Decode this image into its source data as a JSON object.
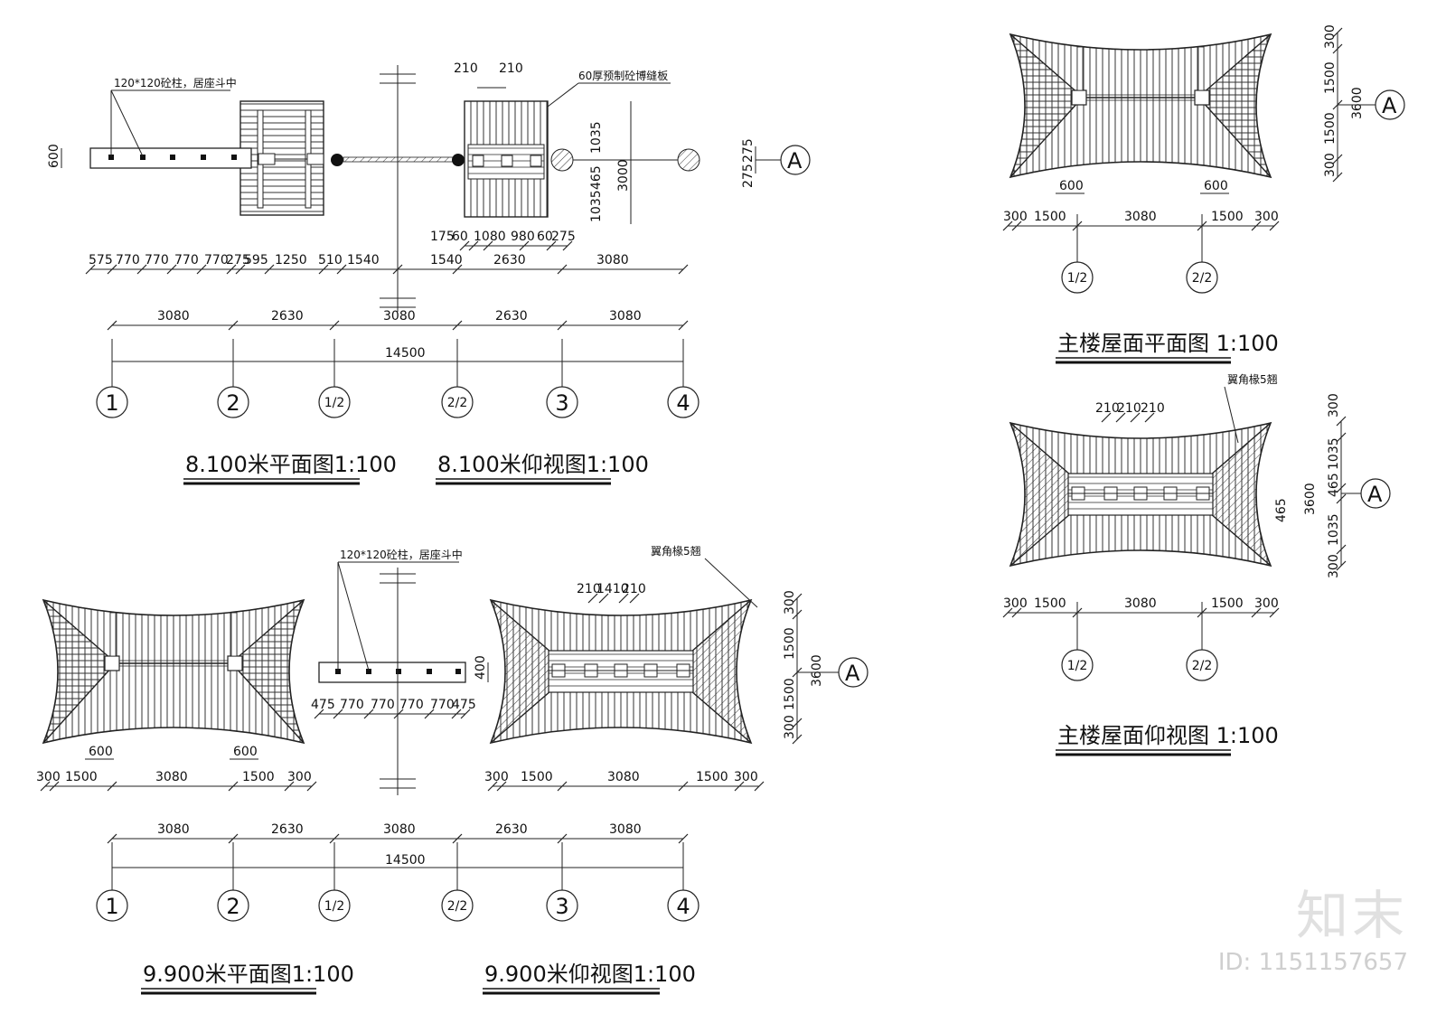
{
  "drawings": {
    "plan_8100": {
      "title": "8.100米平面图1:100",
      "note": "120*120砼柱，居座斗中",
      "dims_top": [
        "575",
        "770",
        "770",
        "770",
        "770",
        "275",
        "595",
        "1250",
        "510",
        "1540"
      ],
      "dim_side": "600"
    },
    "ceiling_8100": {
      "title": "8.100米仰视图1:100",
      "note": "60厚预制砼博缝板",
      "dims_top": [
        "210",
        "210"
      ],
      "dims_bottom": [
        "175",
        "60",
        "1080",
        "980",
        "60",
        "275"
      ],
      "dims_right": [
        "1035",
        "465",
        "1035"
      ],
      "dim_total": "3000",
      "dims_far": [
        "275",
        "275"
      ],
      "row": [
        "1540",
        "2630",
        "3080"
      ]
    },
    "axis_row_8100": {
      "dims": [
        "3080",
        "2630",
        "3080",
        "2630",
        "3080"
      ],
      "total": "14500",
      "axes": [
        "1",
        "2",
        "1/2",
        "2/2",
        "3",
        "4"
      ]
    },
    "plan_9900": {
      "title": "9.900米平面图1:100",
      "dims_top": [
        "600",
        "600"
      ],
      "dims_bottom": [
        "300",
        "1500",
        "3080",
        "1500",
        "300"
      ]
    },
    "column_row_9900": {
      "note": "120*120砼柱，居座斗中",
      "dims": [
        "475",
        "770",
        "770",
        "770",
        "770",
        "475"
      ],
      "dim_side": "400"
    },
    "ceiling_9900": {
      "title": "9.900米仰视图1:100",
      "note": "翼角椽5翘",
      "dims_top": [
        "210",
        "1410",
        "210"
      ],
      "dims_bottom": [
        "300",
        "1500",
        "3080",
        "1500",
        "300"
      ],
      "dims_right": [
        "300",
        "1500",
        "1500",
        "300"
      ],
      "dim_total": "3600"
    },
    "axis_row_9900": {
      "dims": [
        "3080",
        "2630",
        "3080",
        "2630",
        "3080"
      ],
      "total": "14500",
      "axes": [
        "1",
        "2",
        "1/2",
        "2/2",
        "3",
        "4"
      ]
    },
    "main_roof_plan": {
      "title": "主楼屋面平面图 1:100",
      "dims_top": [
        "600",
        "600"
      ],
      "dims_bottom": [
        "300",
        "1500",
        "3080",
        "1500",
        "300"
      ],
      "dims_right": [
        "300",
        "1500",
        "1500",
        "300"
      ],
      "dim_total": "3600",
      "axes": [
        "1/2",
        "2/2"
      ]
    },
    "main_roof_ceiling": {
      "title": "主楼屋面仰视图 1:100",
      "note": "翼角椽5翘",
      "dims_top": [
        "210",
        "210",
        "210"
      ],
      "dims_bottom": [
        "300",
        "1500",
        "3080",
        "1500",
        "300"
      ],
      "dims_right": [
        "300",
        "1035",
        "465",
        "1035",
        "300"
      ],
      "dim_total": "3600",
      "dim_left": "465",
      "axes": [
        "1/2",
        "2/2"
      ]
    },
    "axis_label_a": "A"
  },
  "watermark": {
    "logo": "知末",
    "id": "ID: 1151157657"
  }
}
